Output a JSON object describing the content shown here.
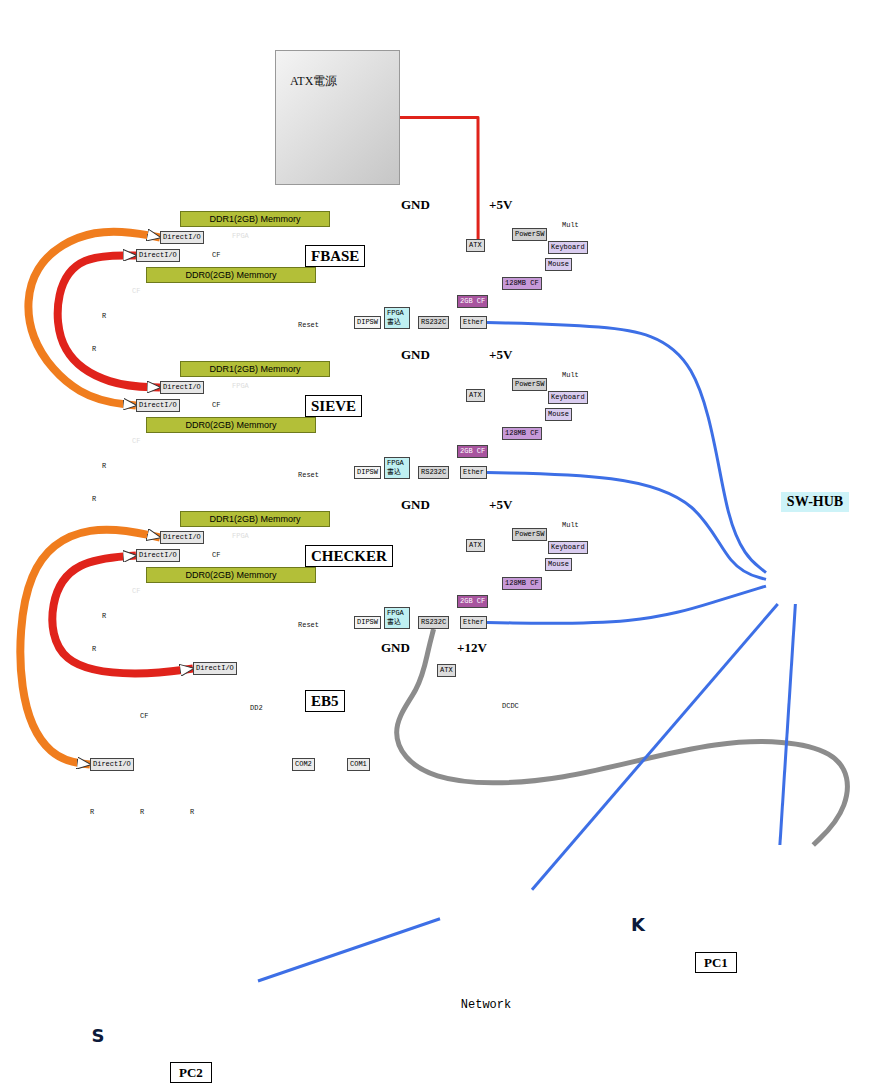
{
  "diagram": {
    "nodes": [
      {
        "text": [
          "ATX電源"
        ]
      },
      {
        "text": [
          "FBASE"
        ]
      },
      {
        "text": [
          "DDR1(2GB) Memmory"
        ],
        "in": 1
      },
      {
        "text": [
          "DDR0(2GB) Memmory"
        ],
        "in": 1
      },
      {
        "text": [
          "DirectI/O"
        ],
        "in": 1
      },
      {
        "text": [
          "DirectI/O"
        ],
        "in": 1
      },
      {
        "text": [
          "ATX"
        ],
        "in": 1
      },
      {
        "text": [
          "PowerSW"
        ],
        "in": 1
      },
      {
        "text": [
          "Keyboard"
        ],
        "in": 1
      },
      {
        "text": [
          "Mouse"
        ],
        "in": 1
      },
      {
        "text": [
          "128MB CF"
        ],
        "in": 1
      },
      {
        "text": [
          "2GB CF"
        ],
        "in": 1
      },
      {
        "text": [
          "Ether"
        ],
        "in": 1
      },
      {
        "text": [
          "RS232C"
        ],
        "in": 1
      },
      {
        "text": [
          "DIPSW"
        ],
        "in": 1
      },
      {
        "text": [
          "FPGA 書込"
        ],
        "in": 1
      },
      {
        "text": [
          "SIEVE"
        ]
      },
      {
        "text": [
          "DDR1(2GB) Memmory"
        ],
        "in": 16
      },
      {
        "text": [
          "DDR0(2GB) Memmory"
        ],
        "in": 16
      },
      {
        "text": [
          "DirectI/O"
        ],
        "in": 16
      },
      {
        "text": [
          "DirectI/O"
        ],
        "in": 16
      },
      {
        "text": [
          "ATX"
        ],
        "in": 16
      },
      {
        "text": [
          "PowerSW"
        ],
        "in": 16
      },
      {
        "text": [
          "Keyboard"
        ],
        "in": 16
      },
      {
        "text": [
          "Mouse"
        ],
        "in": 16
      },
      {
        "text": [
          "128MB CF"
        ],
        "in": 16
      },
      {
        "text": [
          "2GB CF"
        ],
        "in": 16
      },
      {
        "text": [
          "Ether"
        ],
        "in": 16
      },
      {
        "text": [
          "RS232C"
        ],
        "in": 16
      },
      {
        "text": [
          "DIPSW"
        ],
        "in": 16
      },
      {
        "text": [
          "FPGA 書込"
        ],
        "in": 16
      },
      {
        "text": [
          "CHECKER"
        ]
      },
      {
        "text": [
          "DDR1(2GB) Memmory"
        ],
        "in": 31
      },
      {
        "text": [
          "DDR0(2GB) Memmory"
        ],
        "in": 31
      },
      {
        "text": [
          "DirectI/O"
        ],
        "in": 31
      },
      {
        "text": [
          "DirectI/O"
        ],
        "in": 31
      },
      {
        "text": [
          "ATX"
        ],
        "in": 31
      },
      {
        "text": [
          "PowerSW"
        ],
        "in": 31
      },
      {
        "text": [
          "Keyboard"
        ],
        "in": 31
      },
      {
        "text": [
          "Mouse"
        ],
        "in": 31
      },
      {
        "text": [
          "128MB CF"
        ],
        "in": 31
      },
      {
        "text": [
          "2GB CF"
        ],
        "in": 31
      },
      {
        "text": [
          "Ether"
        ],
        "in": 31
      },
      {
        "text": [
          "RS232C"
        ],
        "in": 31
      },
      {
        "text": [
          "DIPSW"
        ],
        "in": 31
      },
      {
        "text": [
          "FPGA 書込"
        ],
        "in": 31
      },
      {
        "text": [
          "EB5"
        ]
      },
      {
        "text": [
          "DirectI/O"
        ],
        "in": 46
      },
      {
        "text": [
          "DirectI/O"
        ],
        "in": 46
      },
      {
        "text": [
          "ATX"
        ],
        "in": 46
      },
      {
        "text": [
          "COM2"
        ],
        "in": 46
      },
      {
        "text": [
          "COM1"
        ],
        "in": 46
      },
      {
        "text": [
          "SW-HUB"
        ]
      },
      {
        "text": [
          "K"
        ]
      },
      {
        "text": [
          "PC1"
        ]
      },
      {
        "text": [
          "Network"
        ]
      },
      {
        "text": [
          "S"
        ]
      },
      {
        "text": [
          "PC2"
        ]
      }
    ],
    "edges": [
      {
        "from": 0,
        "to": 6,
        "arrow": "none"
      },
      {
        "from": 4,
        "to": 20,
        "arrow": "both"
      },
      {
        "from": 5,
        "to": 19,
        "arrow": "both"
      },
      {
        "from": 34,
        "to": 48,
        "arrow": "both"
      },
      {
        "from": 35,
        "to": 47,
        "arrow": "both"
      },
      {
        "from": 12,
        "to": 52,
        "arrow": "none"
      },
      {
        "from": 27,
        "to": 52,
        "arrow": "none"
      },
      {
        "from": 42,
        "to": 52,
        "arrow": "none"
      },
      {
        "from": 43,
        "to": 54,
        "arrow": "none"
      },
      {
        "from": 52,
        "to": 54,
        "arrow": "none"
      },
      {
        "from": 52,
        "to": 55,
        "arrow": "none"
      },
      {
        "from": 55,
        "to": 57,
        "arrow": "none"
      }
    ],
    "labels": [
      "GND",
      "+5V",
      "Mult",
      "FPGA",
      "CF",
      "CF",
      "R",
      "Reset",
      "R",
      "GND",
      "+5V",
      "Mult",
      "FPGA",
      "CF",
      "CF",
      "R",
      "Reset",
      "R",
      "GND",
      "+5V",
      "Mult",
      "FPGA",
      "CF",
      "CF",
      "R",
      "Reset",
      "R",
      "GND",
      "+12V",
      "CF",
      "DD2",
      "DCDC",
      "R",
      "R",
      "R"
    ]
  }
}
